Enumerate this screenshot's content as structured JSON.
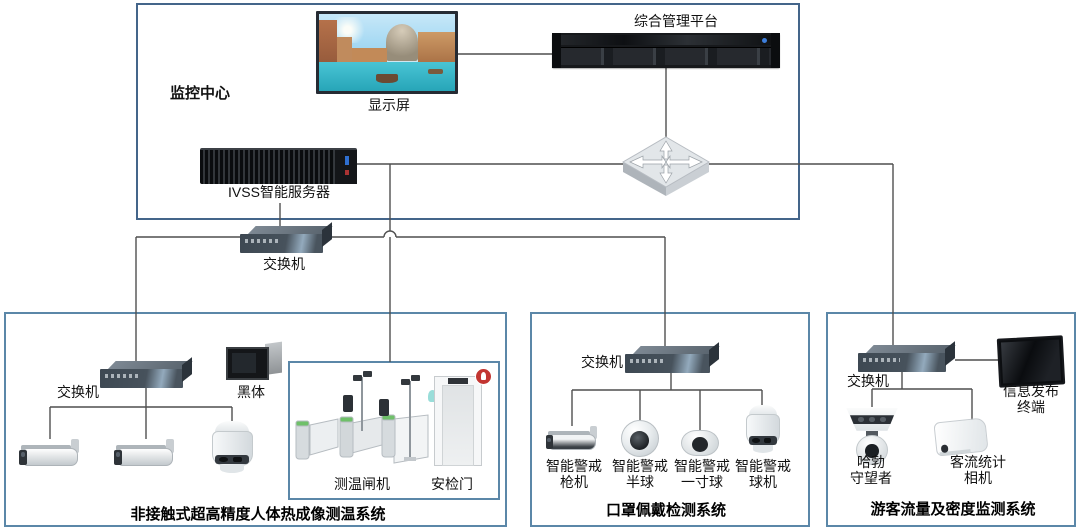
{
  "monitoring_center": {
    "title": "监控中心",
    "display_label": "显示屏",
    "platform_label": "综合管理平台",
    "ivss_label": "IVSS智能服务器",
    "switch_label": "交换机"
  },
  "thermal_system": {
    "title": "非接触式超高精度人体热成像测温系统",
    "switch_label": "交换机",
    "blackbody_label": "黑体",
    "gate_label": "测温闸机",
    "door_label": "安检门"
  },
  "mask_system": {
    "title": "口罩佩戴检测系统",
    "switch_label": "交换机",
    "cameras": [
      {
        "line1": "智能警戒",
        "line2": "枪机"
      },
      {
        "line1": "智能警戒",
        "line2": "半球"
      },
      {
        "line1": "智能警戒",
        "line2": "一寸球"
      },
      {
        "line1": "智能警戒",
        "line2": "球机"
      }
    ]
  },
  "visitor_system": {
    "title": "游客流量及密度监测系统",
    "switch_label": "交换机",
    "hubble": {
      "line1": "哈勃",
      "line2": "守望者"
    },
    "counting": {
      "line1": "客流统计",
      "line2": "相机"
    },
    "terminal": {
      "line1": "信息发布",
      "line2": "终端"
    }
  },
  "colors": {
    "top_box_border": "#44658a",
    "system_box_border": "#5b87a8",
    "wire": "#4f4f4f"
  }
}
